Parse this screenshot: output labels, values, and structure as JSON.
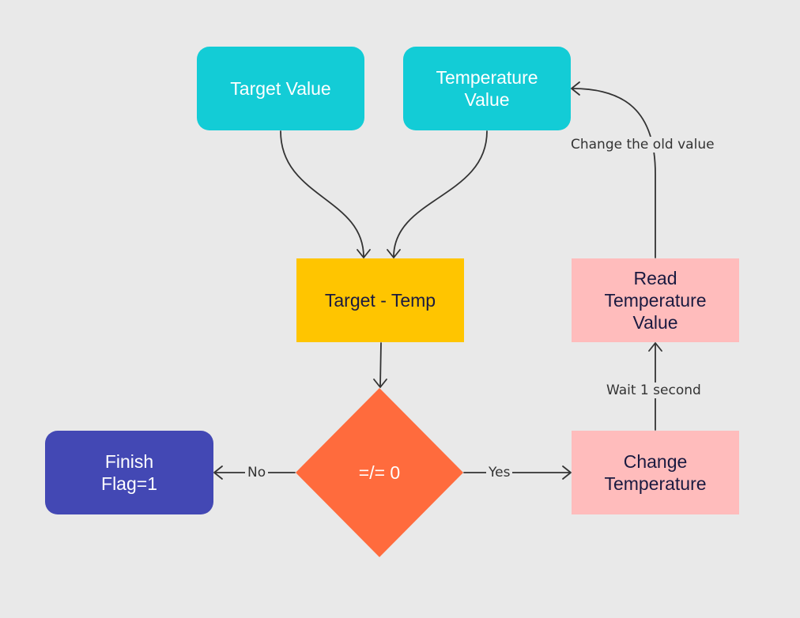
{
  "diagram": {
    "nodes": {
      "target_value": {
        "label": "Target Value",
        "shape": "rounded-rectangle",
        "color": "#13ccd6"
      },
      "temperature_value": {
        "label": "Temperature\nValue",
        "shape": "rounded-rectangle",
        "color": "#13ccd6"
      },
      "target_minus_temp": {
        "label": "Target - Temp",
        "shape": "rectangle",
        "color": "#ffc500"
      },
      "decision": {
        "label": "=/= 0",
        "shape": "diamond",
        "color": "#ff6b3d"
      },
      "finish": {
        "label": "Finish\nFlag=1",
        "shape": "rounded-rectangle",
        "color": "#4348b4"
      },
      "change_temperature": {
        "label": "Change\nTemperature",
        "shape": "rectangle",
        "color": "#ffbcbc"
      },
      "read_temperature": {
        "label": "Read\nTemperature\nValue",
        "shape": "rectangle",
        "color": "#ffbcbc"
      }
    },
    "edges": [
      {
        "from": "target_value",
        "to": "target_minus_temp",
        "label": ""
      },
      {
        "from": "temperature_value",
        "to": "target_minus_temp",
        "label": ""
      },
      {
        "from": "target_minus_temp",
        "to": "decision",
        "label": ""
      },
      {
        "from": "decision",
        "to": "finish",
        "label": "No"
      },
      {
        "from": "decision",
        "to": "change_temperature",
        "label": "Yes"
      },
      {
        "from": "change_temperature",
        "to": "read_temperature",
        "label": "Wait 1 second"
      },
      {
        "from": "read_temperature",
        "to": "temperature_value",
        "label": "Change the old value"
      }
    ],
    "edge_color": "#333333",
    "background": "#e9e9e9"
  }
}
